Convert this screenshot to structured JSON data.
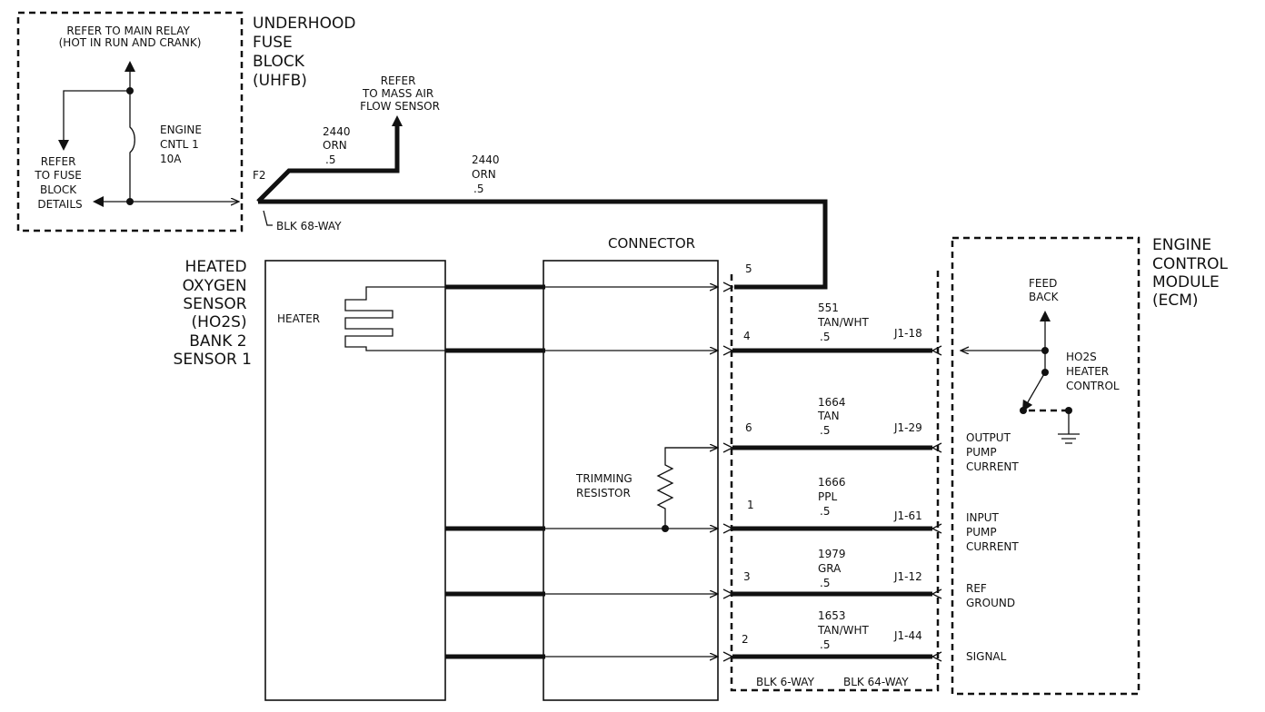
{
  "fuse_block": {
    "title_lines": [
      "UNDERHOOD",
      "FUSE",
      "BLOCK",
      "(UHFB)"
    ],
    "relay_lines": [
      "REFER TO MAIN RELAY",
      "(HOT IN RUN AND CRANK)"
    ],
    "fuse_lines": [
      "ENGINE",
      "CNTL 1",
      "10A"
    ],
    "fuse_details_lines": [
      "REFER",
      "TO FUSE",
      "BLOCK",
      "DETAILS"
    ],
    "terminal": "F2",
    "connector": "BLK 68-WAY"
  },
  "maf_ref_lines": [
    "REFER",
    "TO MASS AIR",
    "FLOW SENSOR"
  ],
  "wire_top_a": [
    "2440",
    "ORN",
    ".5"
  ],
  "wire_top_b": [
    "2440",
    "ORN",
    ".5"
  ],
  "sensor": {
    "title_lines": [
      "HEATED",
      "OXYGEN",
      "SENSOR",
      "(HO2S)",
      "BANK 2",
      "SENSOR 1"
    ],
    "heater_label": "HEATER"
  },
  "connector": {
    "title": "CONNECTOR",
    "trim_lines": [
      "TRIMMING",
      "RESISTOR"
    ]
  },
  "pins": [
    {
      "pin": "5",
      "circuit": "",
      "color": "",
      "gauge": "",
      "ecm_pin": ""
    },
    {
      "pin": "4",
      "circuit": "551",
      "color": "TAN/WHT",
      "gauge": ".5",
      "ecm_pin": "J1-18"
    },
    {
      "pin": "6",
      "circuit": "1664",
      "color": "TAN",
      "gauge": ".5",
      "ecm_pin": "J1-29"
    },
    {
      "pin": "1",
      "circuit": "1666",
      "color": "PPL",
      "gauge": ".5",
      "ecm_pin": "J1-61"
    },
    {
      "pin": "3",
      "circuit": "1979",
      "color": "GRA",
      "gauge": ".5",
      "ecm_pin": "J1-12"
    },
    {
      "pin": "2",
      "circuit": "1653",
      "color": "TAN/WHT",
      "gauge": ".5",
      "ecm_pin": "J1-44"
    }
  ],
  "connector_bottom": {
    "left": "BLK 6-WAY",
    "right": "BLK 64-WAY"
  },
  "ecm": {
    "title_lines": [
      "ENGINE",
      "CONTROL",
      "MODULE",
      "(ECM)"
    ],
    "feedback_lines": [
      "FEED",
      "BACK"
    ],
    "heater_control_lines": [
      "HO2S",
      "HEATER",
      "CONTROL"
    ],
    "signals": [
      [
        "OUTPUT",
        "PUMP",
        "CURRENT"
      ],
      [
        "INPUT",
        "PUMP",
        "CURRENT"
      ],
      [
        "REF",
        "GROUND"
      ],
      [
        "SIGNAL"
      ]
    ]
  }
}
